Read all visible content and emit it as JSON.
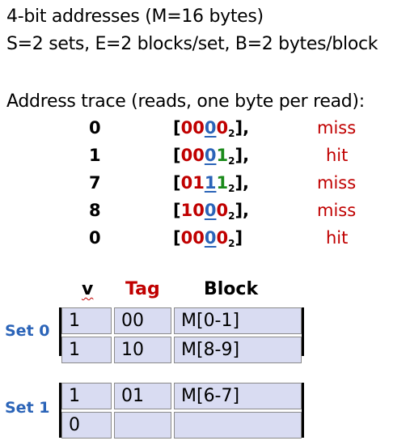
{
  "header": {
    "line1": "4-bit addresses (M=16 bytes)",
    "line2": "S=2 sets, E=2 blocks/set, B=2 bytes/block",
    "trace_title": "Address trace (reads, one byte per read):"
  },
  "trace": [
    {
      "addr": "0",
      "tag": "0",
      "set": "0",
      "offset": "0",
      "sub": "2",
      "close": "],",
      "result": "miss"
    },
    {
      "addr": "1",
      "tag": "0",
      "set": "0",
      "offset": "1",
      "sub": "2",
      "close": "],",
      "result": "hit"
    },
    {
      "addr": "7",
      "tag": "01",
      "set": "1",
      "offset": "1",
      "sub": "2",
      "close": "],",
      "result": "miss"
    },
    {
      "addr": "8",
      "tag": "10",
      "set": "0",
      "offset": "0",
      "sub": "2",
      "close": "],",
      "result": "miss"
    },
    {
      "addr": "0",
      "tag": "00",
      "set": "0",
      "offset": "0",
      "sub": "2",
      "close": "]",
      "result": "hit"
    }
  ],
  "trace_prefix": {
    "bracket": "["
  },
  "table": {
    "col_v": "v",
    "col_tag": "Tag",
    "col_block": "Block",
    "sets": [
      {
        "label": "Set 0",
        "lines": [
          {
            "v": "1",
            "tag": "00",
            "block": "M[0-1]"
          },
          {
            "v": "1",
            "tag": "10",
            "block": "M[8-9]"
          }
        ]
      },
      {
        "label": "Set 1",
        "lines": [
          {
            "v": "1",
            "tag": "01",
            "block": "M[6-7]"
          },
          {
            "v": "0",
            "tag": "",
            "block": ""
          }
        ]
      }
    ]
  },
  "colors": {
    "tag": "#c00000",
    "set": "#2b64b8",
    "offset": "#1a8a1a",
    "result": "#c00000",
    "set_label": "#2b64b8",
    "cell_bg": "#d9dcf2"
  }
}
